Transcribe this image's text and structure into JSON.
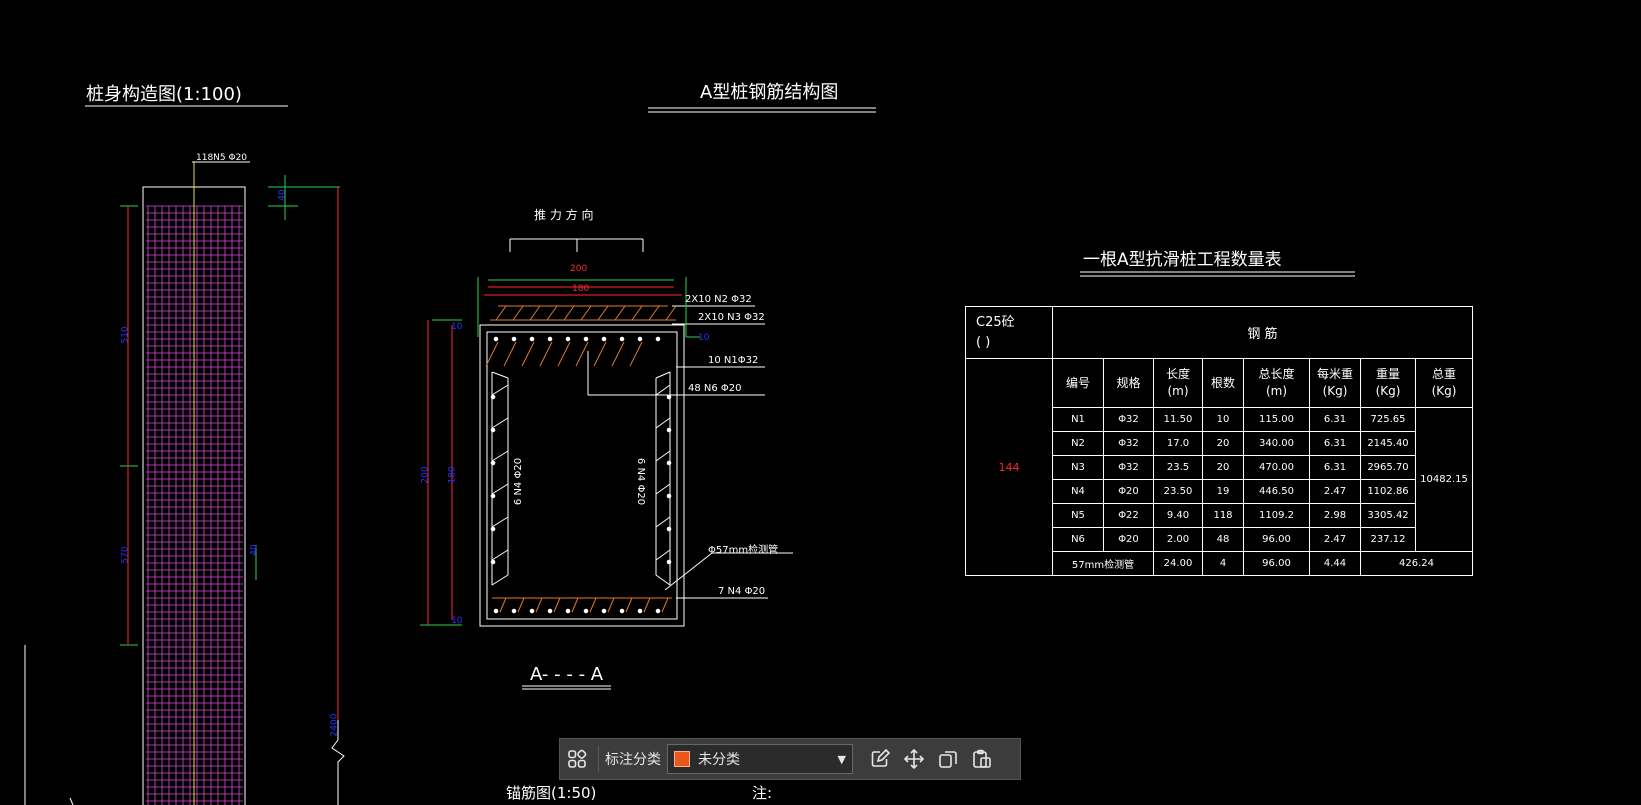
{
  "colors": {
    "background": "#000000",
    "line": "#ffffff",
    "dimension_red": "#ff2a2a",
    "dimension_blue": "#2633ff",
    "dim_line_green": "#2bd14a",
    "rebar_orange": "#e07a2a",
    "mesh_magenta": "#d84bd8",
    "axis_yellow": "#e0e040",
    "toolbar_bg": "#3c3c3c",
    "category_swatch": "#e8581c"
  },
  "drawing": {
    "pile_body": {
      "title": "桩身构造图(1:100)",
      "rebar_note": "118N5 Φ20",
      "dims_blue": [
        "40",
        "510",
        "40",
        "570",
        "2400"
      ]
    },
    "rebar_section": {
      "title": "A型桩钢筋结构图",
      "thrust_label": "推 力 方 向",
      "dims_red": [
        "200",
        "180"
      ],
      "dims_blue": [
        "10",
        "180",
        "200",
        "10",
        "10"
      ],
      "callouts": [
        "2X10 N2 Φ32",
        "2X10 N3 Φ32",
        "10 N1Φ32",
        "48 N6 Φ20",
        "Φ57mm检测管",
        "7 N4 Φ20"
      ],
      "left_bar_label": "6 N4 Φ20",
      "right_bar_label": "6 N4 Φ20",
      "section_label": "A- - - - A"
    },
    "bottom_texts": [
      "锚筋图(1:50)",
      "注:"
    ]
  },
  "quantity_table": {
    "title": "一根A型抗滑桩工程数量表",
    "concrete_header": "C25砼\n( )",
    "rebar_header": "钢    筋",
    "columns": [
      "编号",
      "规格",
      "长度\n(m)",
      "根数",
      "总长度\n(m)",
      "每米重\n(Kg)",
      "重量\n(Kg)",
      "总重\n(Kg)"
    ],
    "concrete_value": "144",
    "rows": [
      [
        "N1",
        "Φ32",
        "11.50",
        "10",
        "115.00",
        "6.31",
        "725.65"
      ],
      [
        "N2",
        "Φ32",
        "17.0",
        "20",
        "340.00",
        "6.31",
        "2145.40"
      ],
      [
        "N3",
        "Φ32",
        "23.5",
        "20",
        "470.00",
        "6.31",
        "2965.70"
      ],
      [
        "N4",
        "Φ20",
        "23.50",
        "19",
        "446.50",
        "2.47",
        "1102.86"
      ],
      [
        "N5",
        "Φ22",
        "9.40",
        "118",
        "1109.2",
        "2.98",
        "3305.42"
      ],
      [
        "N6",
        "Φ20",
        "2.00",
        "48",
        "96.00",
        "2.47",
        "237.12"
      ]
    ],
    "total_weight": "10482.15",
    "pipe_row": [
      "57mm检测管",
      "24.00",
      "4",
      "96.00",
      "4.44",
      "426.24"
    ]
  },
  "toolbar": {
    "grid_icon": "layout-grid-icon",
    "category_label": "标注分类",
    "category_value": "未分类",
    "icons": [
      "edit-icon",
      "move-icon",
      "copy-icon",
      "paste-icon"
    ]
  }
}
